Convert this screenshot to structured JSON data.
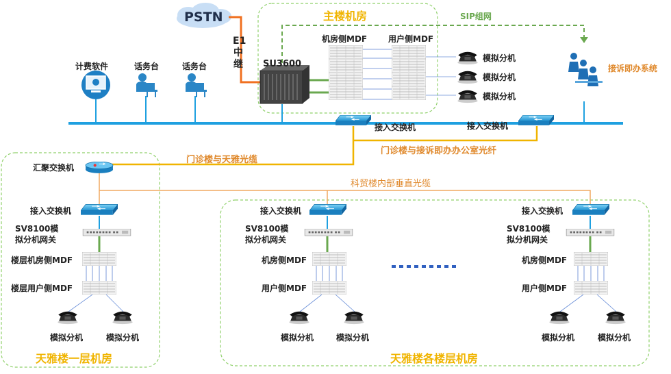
{
  "pstn": "PSTN",
  "e1_trunk": "E1\n中\n继",
  "main_room": "主楼机房",
  "sip_network": "SIP组网",
  "su_device": "SU3600",
  "mdf_room_side": "机房侧MDF",
  "mdf_user_side": "用户侧MDF",
  "analog_ext": "模拟分机",
  "complaint_system": "接诉即办系统",
  "billing": "计费软件",
  "operator_desk": "话务台",
  "access_switch": "接入交换机",
  "aggregation_switch": "汇聚交换机",
  "fiber_outpatient_tianya": "门诊楼与天雅光缆",
  "fiber_outpatient_complaint": "门诊楼与接诉即办办公室光纤",
  "fiber_kemao_vertical": "科贸楼内部垂直光缆",
  "sv8100_line1": "SV8100模",
  "sv8100_line2": "拟分机网关",
  "floor_mdf_room": "楼层机房侧MDF",
  "floor_mdf_user": "楼层用户侧MDF",
  "mdf_room_short": "机房侧MDF",
  "mdf_user_short": "用户侧MDF",
  "tianya_first_floor": "天雅楼一层机房",
  "tianya_floors": "天雅楼各楼层机房",
  "colors": {
    "network_bus": "#1ea0e0",
    "fiber": "#f0b400",
    "trunk": "#f07020",
    "sip": "#6aa84f",
    "gateway_link": "#6aa84f",
    "room_border": "#8fd06a",
    "extension_line": "#6a8fd8",
    "dots": "#3060c0"
  },
  "icons": [
    "cloud-icon",
    "switch-icon",
    "router-icon",
    "gateway-icon",
    "mdf-panel-icon",
    "phone-icon",
    "computer-icon",
    "operator-icon",
    "call-center-icon",
    "pbx-icon"
  ]
}
